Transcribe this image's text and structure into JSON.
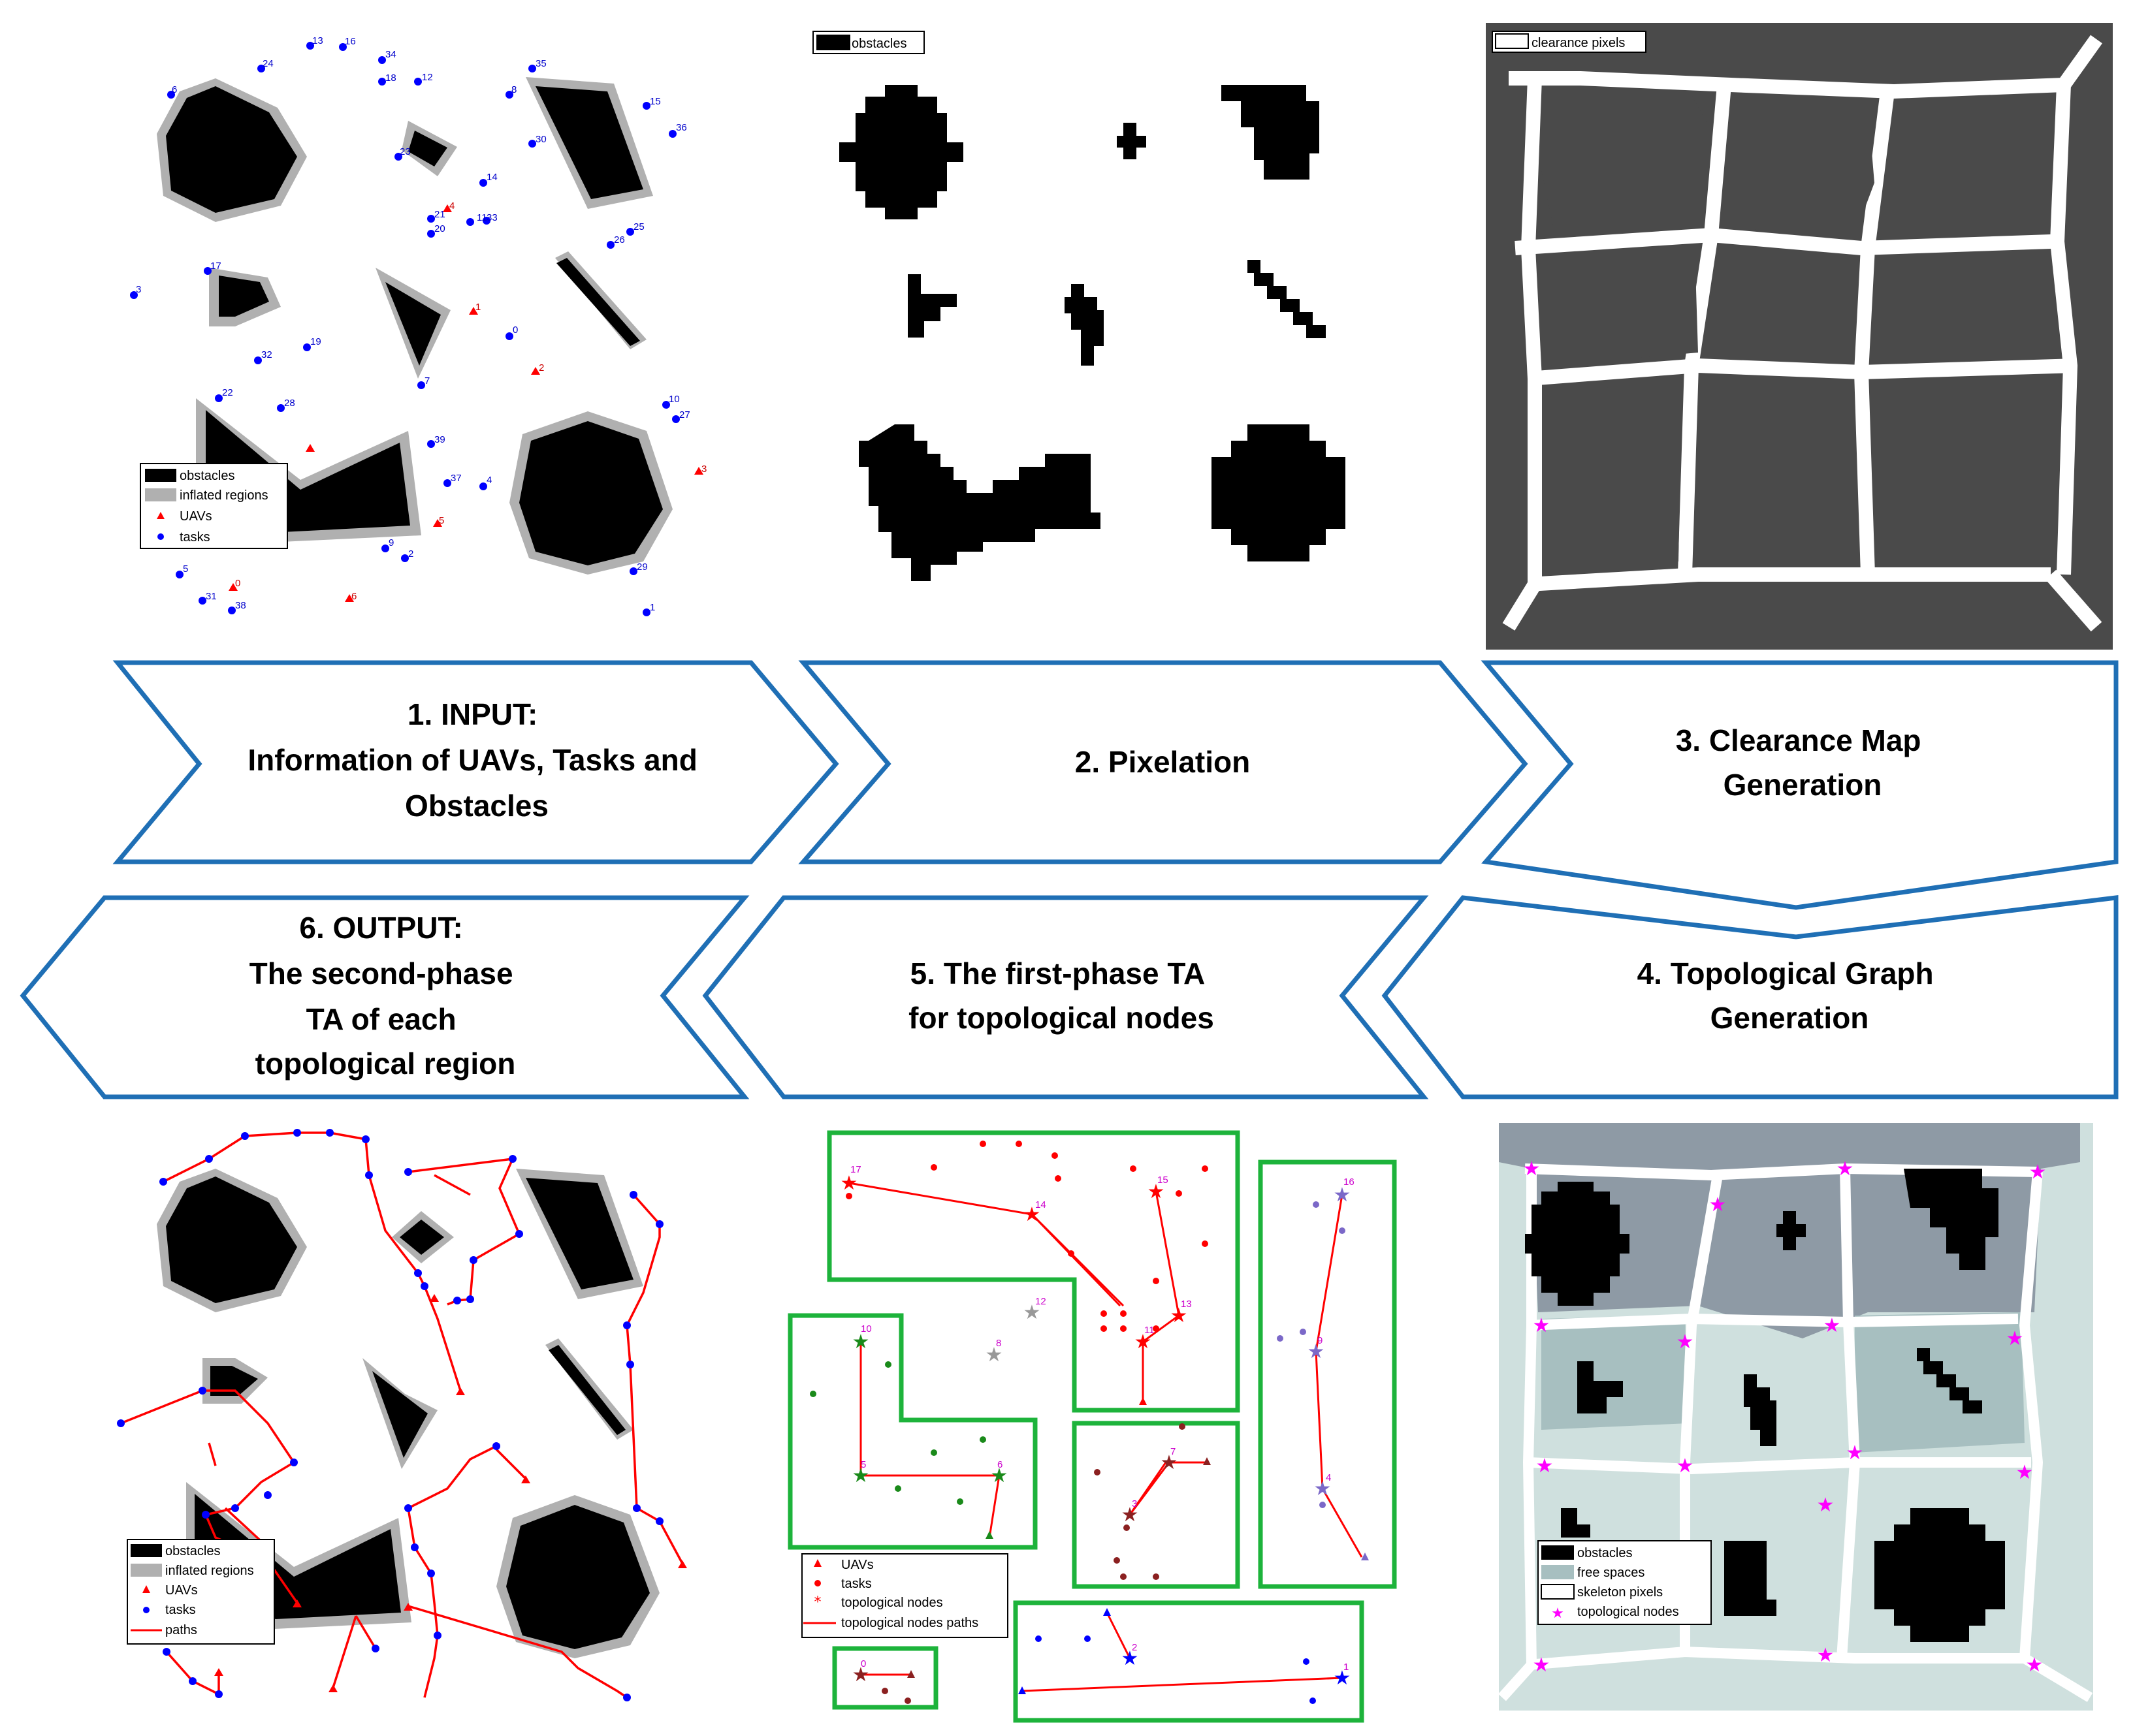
{
  "steps": [
    {
      "id": "step1",
      "lines": [
        "1. INPUT:",
        "Information of UAVs, Tasks and",
        "Obstacles"
      ]
    },
    {
      "id": "step2",
      "lines": [
        "2. Pixelation"
      ]
    },
    {
      "id": "step3",
      "lines": [
        "3. Clearance Map",
        "Generation"
      ]
    },
    {
      "id": "step4",
      "lines": [
        "4. Topological Graph",
        "Generation"
      ]
    },
    {
      "id": "step5",
      "lines": [
        "5. The first-phase TA",
        "for topological nodes"
      ]
    },
    {
      "id": "step6",
      "lines": [
        "6. OUTPUT:",
        "The second-phase",
        "TA of each",
        "topological region"
      ]
    }
  ],
  "panel1": {
    "legend": [
      "obstacles",
      "inflated regions",
      "UAVs",
      "tasks"
    ],
    "task_labels": [
      "24",
      "13",
      "16",
      "34",
      "18",
      "12",
      "6",
      "35",
      "8",
      "15",
      "36",
      "30",
      "23",
      "14",
      "4",
      "21",
      "20",
      "11",
      "33",
      "25",
      "26",
      "17",
      "3",
      "1",
      "0",
      "32",
      "19",
      "2",
      "22",
      "28",
      "10",
      "27",
      "7",
      "39",
      "3",
      "37",
      "4",
      "5",
      "9",
      "2",
      "29",
      "5",
      "31",
      "38",
      "0",
      "6",
      "1"
    ]
  },
  "panel2": {
    "legend": [
      "obstacles"
    ]
  },
  "panel3": {
    "legend": [
      "clearance pixels"
    ]
  },
  "panel4": {
    "legend": [
      "obstacles",
      "free spaces",
      "skeleton pixels",
      "topological nodes"
    ]
  },
  "panel5": {
    "legend": [
      "UAVs",
      "tasks",
      "topological nodes",
      "topological nodes paths"
    ],
    "node_labels": [
      "17",
      "14",
      "15",
      "13",
      "11",
      "12",
      "8",
      "10",
      "5",
      "6",
      "7",
      "3",
      "16",
      "9",
      "4",
      "2",
      "1",
      "0"
    ]
  },
  "panel6": {
    "legend": [
      "obstacles",
      "inflated regions",
      "UAVs",
      "tasks",
      "paths"
    ]
  },
  "colors": {
    "arrow_stroke": "#1f6fb5",
    "obstacle": "#000000",
    "inflated": "#b0b0b0",
    "uav": "#ff0000",
    "task": "#0000ff",
    "clearance_bg": "#4a4a4a",
    "region_box": "#1db33b",
    "node_star": "#ff00ff"
  }
}
